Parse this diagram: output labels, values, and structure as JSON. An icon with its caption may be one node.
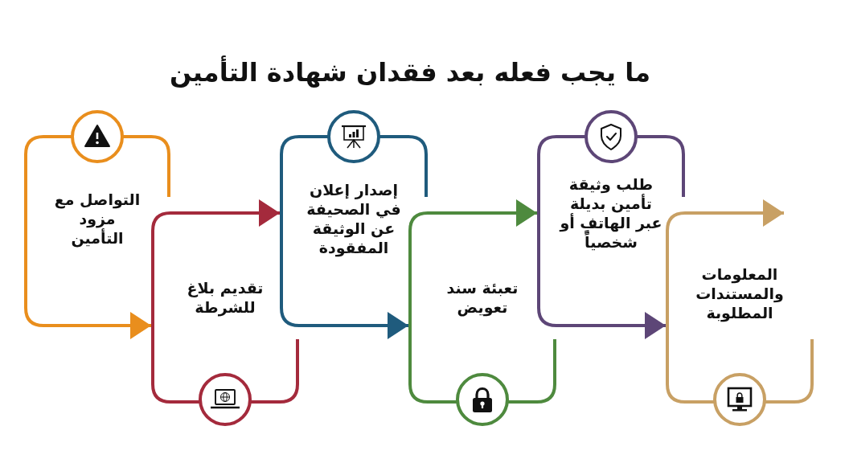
{
  "diagram": {
    "title": "ما يجب فعله بعد فقدان شهادة التأمين",
    "nodes": [
      {
        "text": [
          "التواصل مع مزود التأمين"
        ]
      },
      {
        "text": [
          "تقديم بلاغ للشرطة"
        ]
      },
      {
        "text": [
          "إصدار إعلان في الصحيفة عن الوثيقة المفقودة"
        ]
      },
      {
        "text": [
          "تعبئة سند تعويض"
        ]
      },
      {
        "text": [
          "طلب وثيقة تأمين بديلة عبر الهاتفٍ أو شخصياً"
        ]
      },
      {
        "text": [
          "المعلومات والمستندات المطلوبة"
        ]
      }
    ],
    "edges": [
      {
        "from": 0,
        "to": 1,
        "arrow": "to",
        "color": "#e98e1d"
      },
      {
        "from": 1,
        "to": 2,
        "arrow": "to",
        "color": "#a42a3c"
      },
      {
        "from": 2,
        "to": 3,
        "arrow": "to",
        "color": "#1f5b7d"
      },
      {
        "from": 3,
        "to": 4,
        "arrow": "to",
        "color": "#4e8a3e"
      },
      {
        "from": 4,
        "to": 5,
        "arrow": "to",
        "color": "#5d4677"
      },
      {
        "from": 5,
        "to": null,
        "arrow": "to",
        "color": "#c8a064"
      }
    ]
  }
}
